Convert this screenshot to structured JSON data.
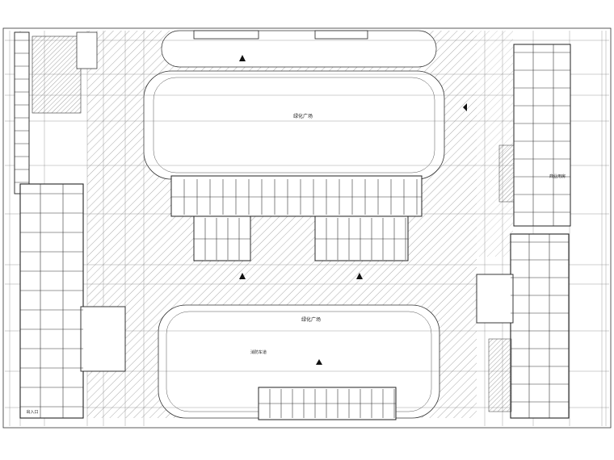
{
  "drawing": {
    "ink_color": "#222222",
    "grid_color": "#555555",
    "hatch_color": "#777777",
    "background": "#ffffff"
  },
  "labels": {
    "upper_field": "绿化广场",
    "middle_field": "绿化广场",
    "lower_note": "消防车道",
    "right_block": "商业用房",
    "left_bottom": "出入口"
  },
  "icons": {
    "north_arrow": "filled-up-triangle",
    "entry_arrow": "filled-triangle"
  }
}
